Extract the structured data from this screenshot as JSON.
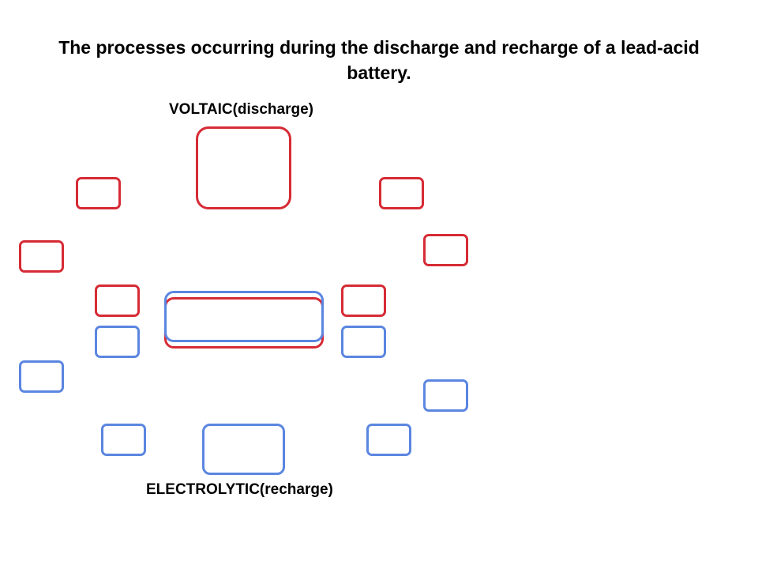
{
  "title": "The processes occurring during the discharge and recharge of a lead-acid battery.",
  "voltaic_label": "VOLTAIC(discharge)",
  "electrolytic_label": "ELECTROLYTIC(recharge)",
  "colors": {
    "discharge": "#d62b35",
    "recharge": "#5b86e0"
  },
  "boxes": {
    "discharge": [
      "top-center",
      "top-left",
      "top-right",
      "left",
      "right",
      "inner-left",
      "inner-right",
      "center"
    ],
    "recharge": [
      "center",
      "inner-left",
      "inner-right",
      "left",
      "right",
      "bottom-left",
      "bottom-center",
      "bottom-right"
    ]
  }
}
